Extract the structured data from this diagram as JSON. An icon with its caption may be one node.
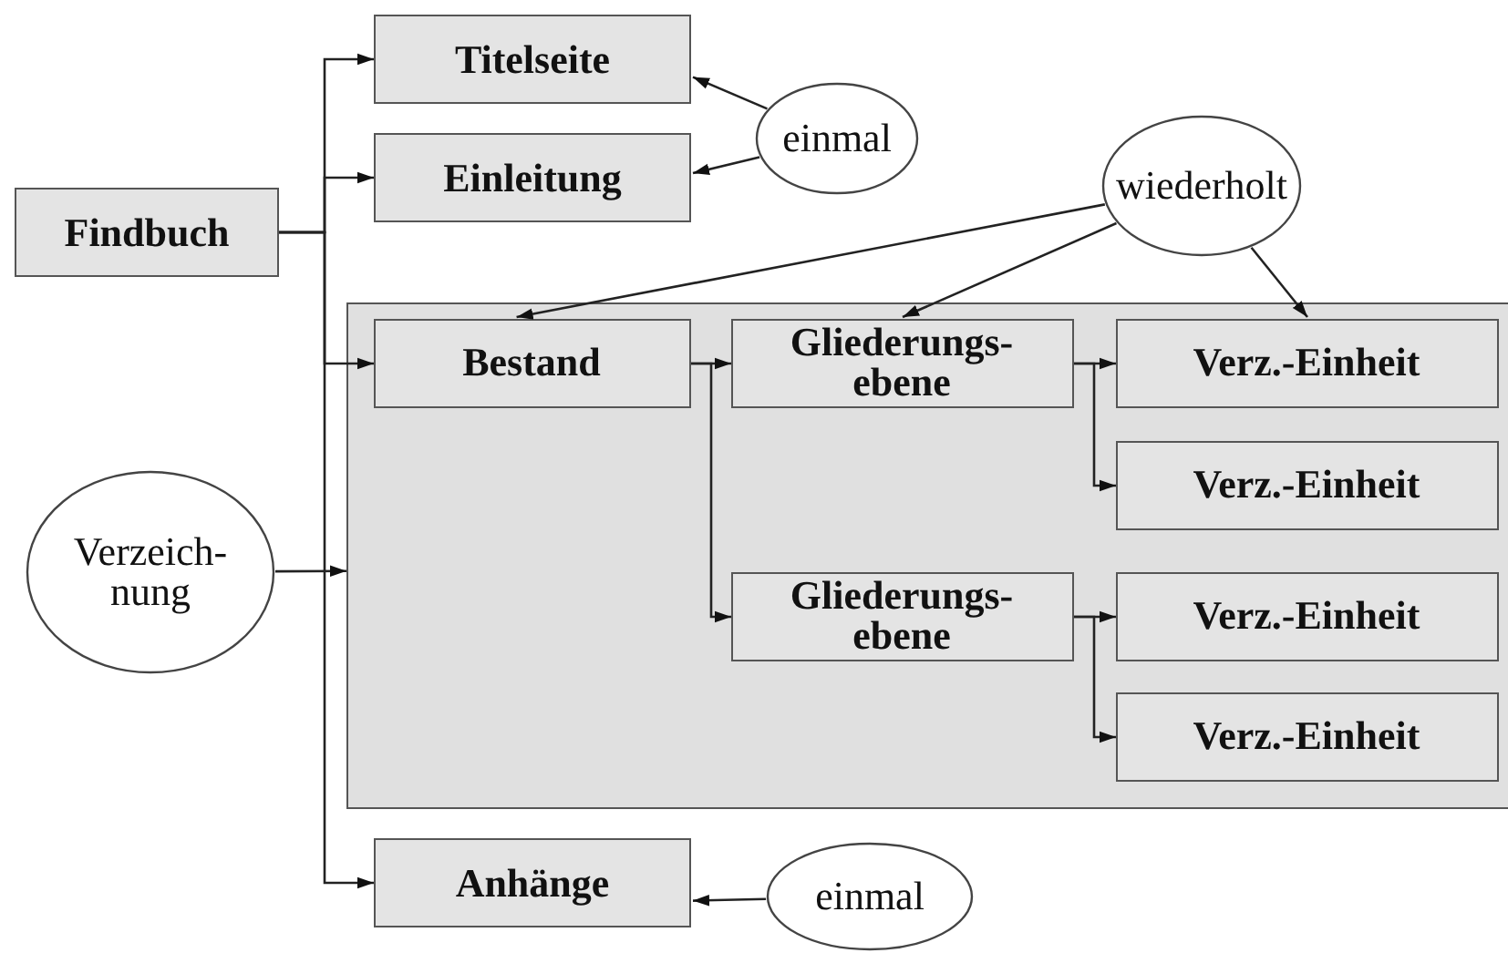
{
  "diagram": {
    "nodes": [
      {
        "text": [
          "Findbuch"
        ]
      },
      {
        "text": [
          "Titelseite"
        ]
      },
      {
        "text": [
          "Einleitung"
        ]
      },
      {
        "text": [
          "einmal"
        ]
      },
      {
        "text": [
          "wiederholt"
        ]
      },
      {
        "text": [],
        "shape": "box"
      },
      {
        "text": [
          "Bestand"
        ],
        "in": 5
      },
      {
        "text": [
          "Gliederungs- ebene"
        ],
        "in": 5
      },
      {
        "text": [
          "Verz.-Einheit"
        ],
        "in": 5
      },
      {
        "text": [
          "Verz.-Einheit"
        ],
        "in": 5
      },
      {
        "text": [
          "Gliederungs- ebene"
        ],
        "in": 5
      },
      {
        "text": [
          "Verz.-Einheit"
        ],
        "in": 5
      },
      {
        "text": [
          "Verz.-Einheit"
        ],
        "in": 5
      },
      {
        "text": [
          "Anhänge"
        ]
      },
      {
        "text": [
          "einmal"
        ]
      },
      {
        "text": [
          "Verzeich- nung"
        ]
      }
    ],
    "edges": [
      {
        "from": 0,
        "to": 1,
        "arrow": "to"
      },
      {
        "from": 0,
        "to": 2,
        "arrow": "to"
      },
      {
        "from": 0,
        "to": 6,
        "arrow": "to"
      },
      {
        "from": 0,
        "to": 13,
        "arrow": "to"
      },
      {
        "from": 3,
        "to": 1,
        "arrow": "to"
      },
      {
        "from": 3,
        "to": 2,
        "arrow": "to"
      },
      {
        "from": 4,
        "to": 6,
        "arrow": "to"
      },
      {
        "from": 4,
        "to": 7,
        "arrow": "to"
      },
      {
        "from": 4,
        "to": 8,
        "arrow": "to"
      },
      {
        "from": 6,
        "to": 7,
        "arrow": "to"
      },
      {
        "from": 6,
        "to": 10,
        "arrow": "to"
      },
      {
        "from": 7,
        "to": 8,
        "arrow": "to"
      },
      {
        "from": 7,
        "to": 9,
        "arrow": "to"
      },
      {
        "from": 10,
        "to": 11,
        "arrow": "to"
      },
      {
        "from": 10,
        "to": 12,
        "arrow": "to"
      },
      {
        "from": 14,
        "to": 13,
        "arrow": "to"
      },
      {
        "from": 15,
        "to": 5,
        "arrow": "to"
      }
    ]
  }
}
